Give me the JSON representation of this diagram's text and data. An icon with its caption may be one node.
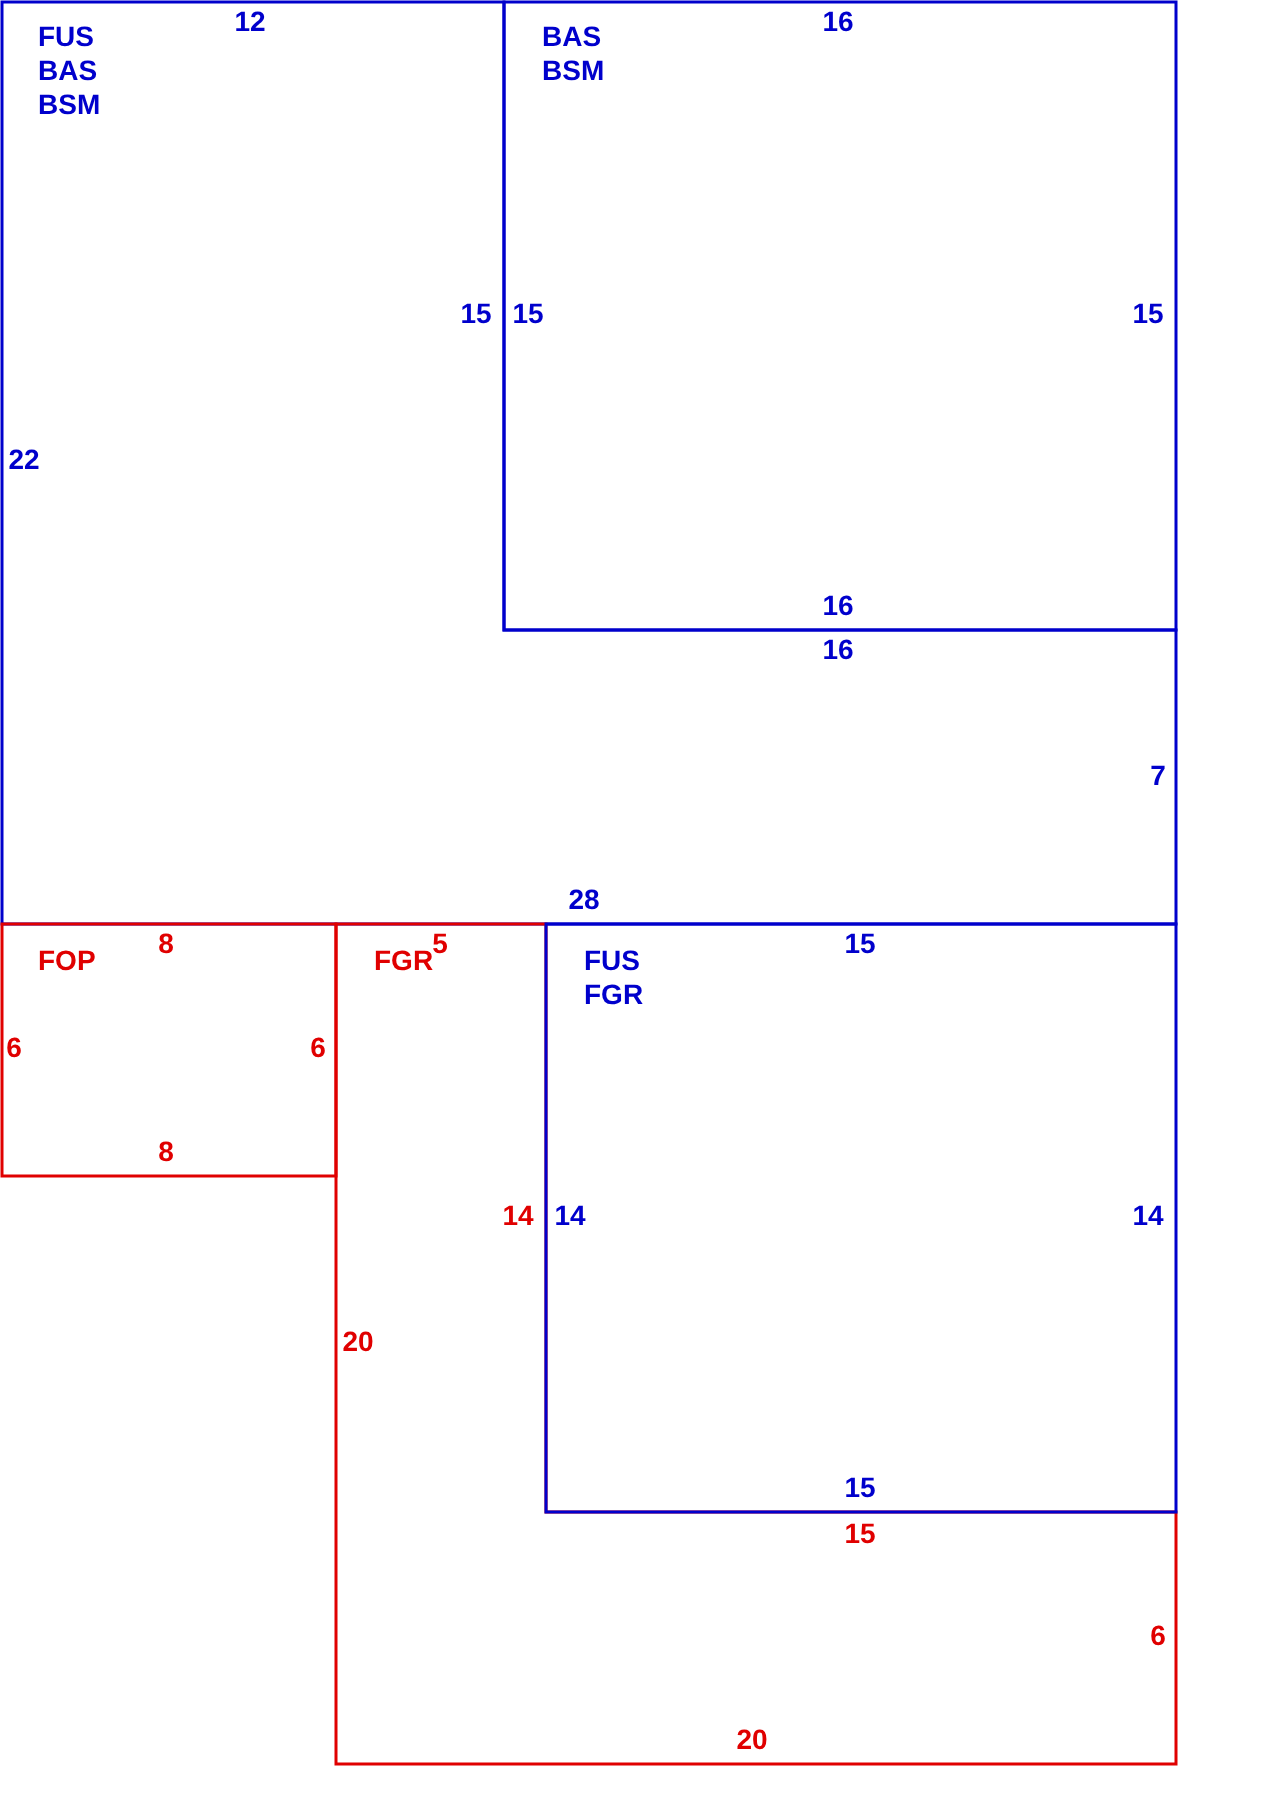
{
  "diagram": {
    "nodes": [
      {
        "text": [
          "FUS",
          "BAS",
          "BSM",
          "12",
          "15",
          "22",
          "16",
          "7",
          "28"
        ]
      },
      {
        "text": [
          "BAS",
          "BSM",
          "16",
          "15",
          "15",
          "16"
        ]
      },
      {
        "text": [
          "FOP",
          "8",
          "6",
          "6",
          "8"
        ]
      },
      {
        "text": [
          "FGR",
          "5",
          "14",
          "20",
          "15",
          "6",
          "20"
        ]
      },
      {
        "text": [
          "FUS",
          "FGR",
          "15",
          "14",
          "14",
          "15"
        ]
      }
    ]
  }
}
